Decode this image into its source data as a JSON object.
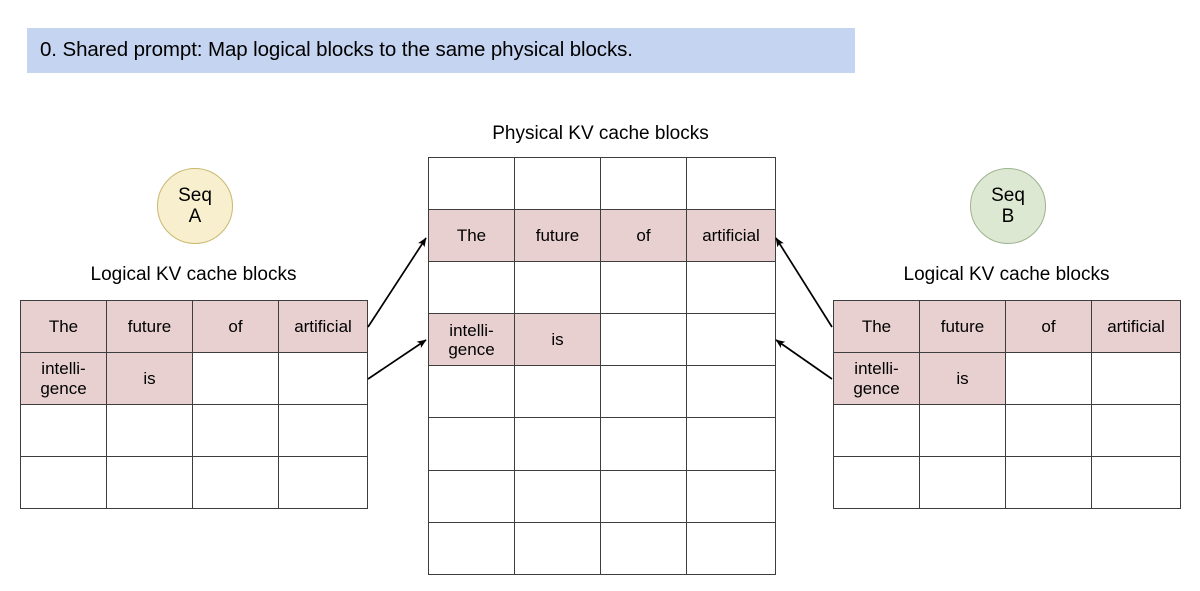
{
  "banner": {
    "text": "0. Shared prompt: Map logical blocks to the same physical blocks.",
    "bg_color": "#c5d4f0"
  },
  "colors": {
    "filled_block": "#e8d0d0",
    "empty_block": "#ffffff",
    "grid_line": "#3d3d3d",
    "seq_a_fill": "#f7efcd",
    "seq_a_stroke": "#c9b870",
    "seq_b_fill": "#dde8d2",
    "seq_b_stroke": "#9eb38e",
    "arrow": "#000000"
  },
  "physical": {
    "title": "Physical KV cache blocks",
    "rows": [
      [
        "",
        "",
        "",
        ""
      ],
      [
        "The",
        "future",
        "of",
        "artificial"
      ],
      [
        "",
        "",
        "",
        ""
      ],
      [
        "intelli-\ngence",
        "is",
        "",
        ""
      ],
      [
        "",
        "",
        "",
        ""
      ],
      [
        "",
        "",
        "",
        ""
      ],
      [
        "",
        "",
        "",
        ""
      ],
      [
        "",
        "",
        "",
        ""
      ]
    ],
    "filled": [
      [
        false,
        false,
        false,
        false
      ],
      [
        true,
        true,
        true,
        true
      ],
      [
        false,
        false,
        false,
        false
      ],
      [
        true,
        true,
        false,
        false
      ],
      [
        false,
        false,
        false,
        false
      ],
      [
        false,
        false,
        false,
        false
      ],
      [
        false,
        false,
        false,
        false
      ],
      [
        false,
        false,
        false,
        false
      ]
    ]
  },
  "seq_a": {
    "circle_label_line1": "Seq",
    "circle_label_line2": "A",
    "title": "Logical KV cache blocks",
    "rows": [
      [
        "The",
        "future",
        "of",
        "artificial"
      ],
      [
        "intelli-\ngence",
        "is",
        "",
        ""
      ],
      [
        "",
        "",
        "",
        ""
      ],
      [
        "",
        "",
        "",
        ""
      ]
    ],
    "filled": [
      [
        true,
        true,
        true,
        true
      ],
      [
        true,
        true,
        false,
        false
      ],
      [
        false,
        false,
        false,
        false
      ],
      [
        false,
        false,
        false,
        false
      ]
    ]
  },
  "seq_b": {
    "circle_label_line1": "Seq",
    "circle_label_line2": "B",
    "title": "Logical KV cache blocks",
    "rows": [
      [
        "The",
        "future",
        "of",
        "artificial"
      ],
      [
        "intelli-\ngence",
        "is",
        "",
        ""
      ],
      [
        "",
        "",
        "",
        ""
      ],
      [
        "",
        "",
        "",
        ""
      ]
    ],
    "filled": [
      [
        true,
        true,
        true,
        true
      ],
      [
        true,
        true,
        false,
        false
      ],
      [
        false,
        false,
        false,
        false
      ],
      [
        false,
        false,
        false,
        false
      ]
    ]
  },
  "mappings": [
    {
      "from": "seq-a-logical-row-1",
      "to": "physical-row-2"
    },
    {
      "from": "seq-a-logical-row-2",
      "to": "physical-row-4"
    },
    {
      "from": "seq-b-logical-row-1",
      "to": "physical-row-2"
    },
    {
      "from": "seq-b-logical-row-2",
      "to": "physical-row-4"
    }
  ]
}
